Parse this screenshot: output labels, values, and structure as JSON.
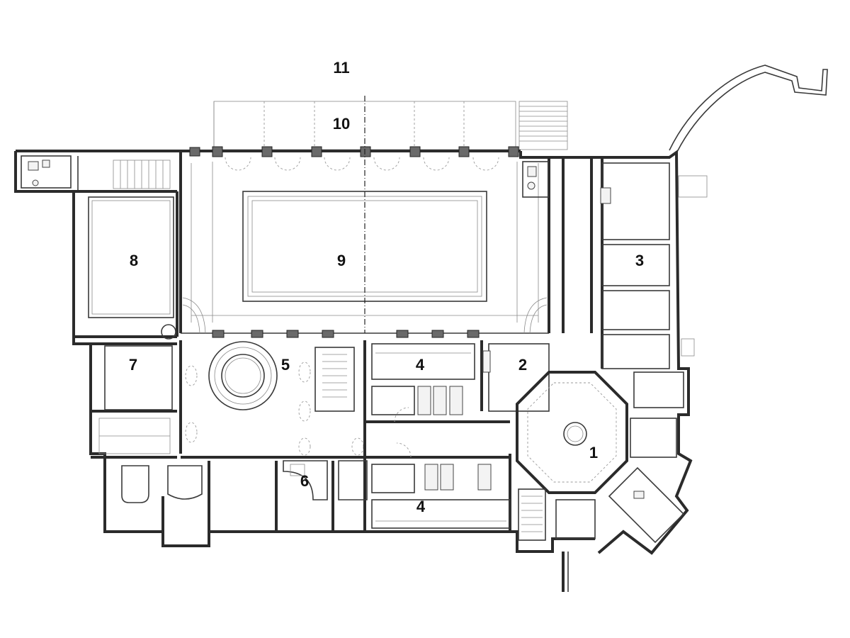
{
  "room_labels": [
    {
      "id": "1",
      "text": "1"
    },
    {
      "id": "2",
      "text": "2"
    },
    {
      "id": "3",
      "text": "3"
    },
    {
      "id": "4a",
      "text": "4"
    },
    {
      "id": "4b",
      "text": "4"
    },
    {
      "id": "5",
      "text": "5"
    },
    {
      "id": "6",
      "text": "6"
    },
    {
      "id": "7",
      "text": "7"
    },
    {
      "id": "8",
      "text": "8"
    },
    {
      "id": "9",
      "text": "9"
    },
    {
      "id": "10",
      "text": "10"
    },
    {
      "id": "11",
      "text": "11"
    }
  ],
  "colors": {
    "background": "#ffffff",
    "walls": "#2b2b2b",
    "linework": "#8a8a8a",
    "text": "#111111"
  }
}
